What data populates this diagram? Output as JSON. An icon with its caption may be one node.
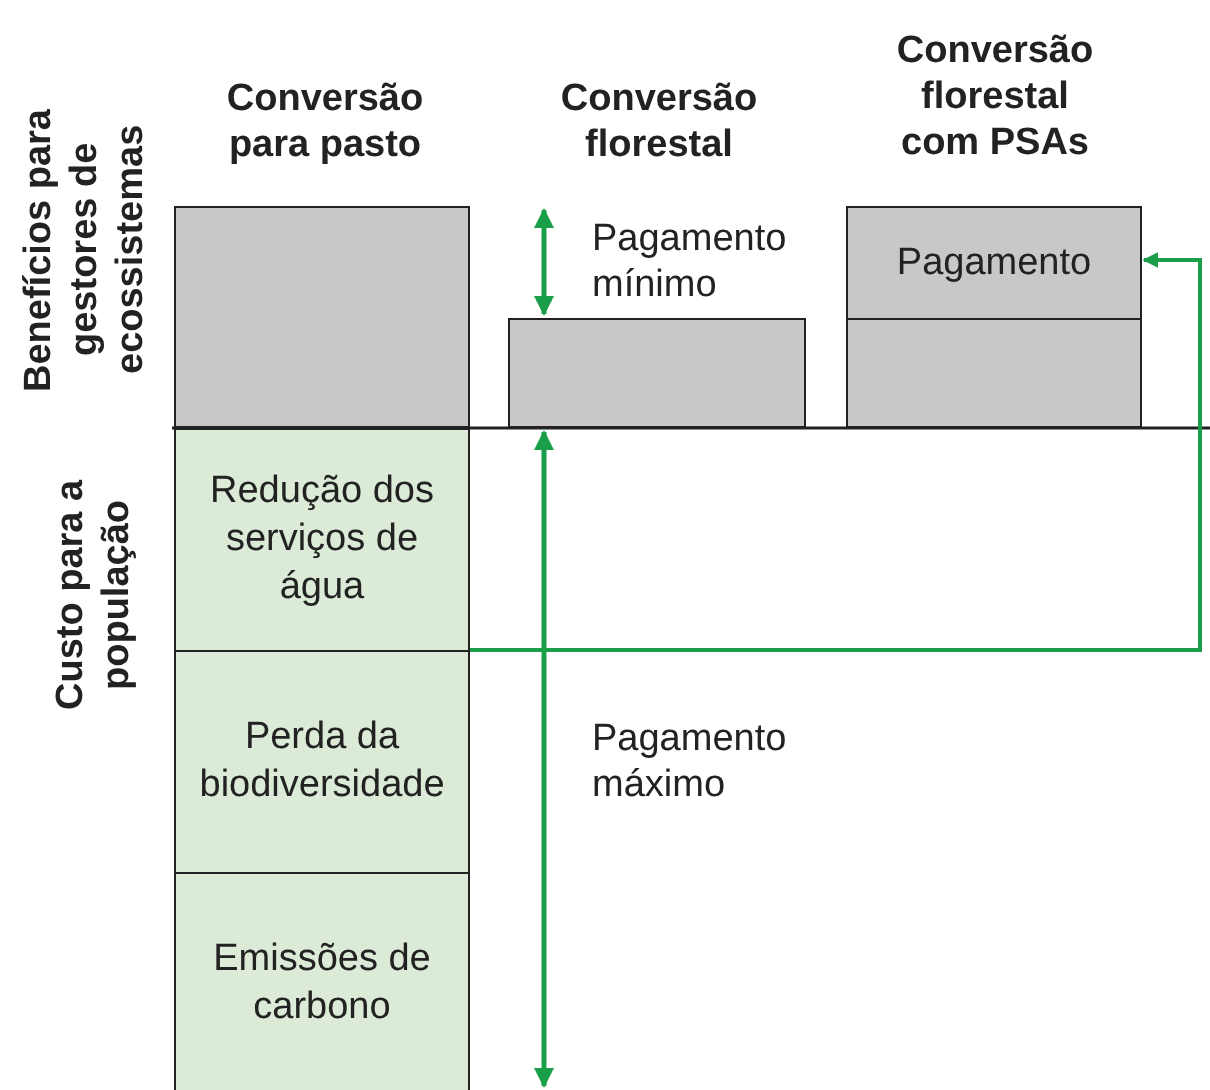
{
  "diagram": {
    "nodes": [
      {
        "text": [],
        "shape": "bar"
      },
      {
        "text": [
          "Redução dos serviços de água"
        ]
      },
      {
        "text": [
          "Perda da biodiversidade"
        ]
      },
      {
        "text": [
          "Emissões de carbono"
        ]
      },
      {
        "text": [],
        "shape": "bar"
      },
      {
        "text": [
          "Pagamento"
        ]
      },
      {
        "text": [],
        "shape": "bar"
      }
    ],
    "edges": [
      {
        "from": 1,
        "to": 5,
        "arrow": "to"
      }
    ],
    "labels": [
      "Conversão florestal com PSAs",
      "Conversão para pasto",
      "Conversão florestal",
      "Benefícios para gestores de ecossistemas",
      "Pagamento mínimo",
      "Custo para a população",
      "Pagamento máximo"
    ]
  }
}
